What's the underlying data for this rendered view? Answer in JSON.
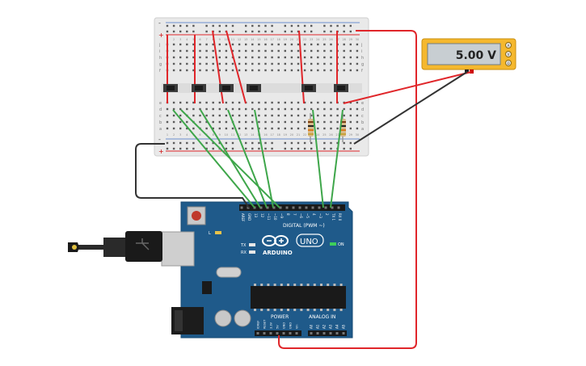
{
  "multimeter": {
    "reading": "5.00 V",
    "modes": [
      "A",
      "V",
      "Ω"
    ]
  },
  "breadboard": {
    "rail_plus": "+",
    "rail_minus": "-",
    "row_letters_top": [
      "j",
      "i",
      "h",
      "g",
      "f"
    ],
    "row_letters_bottom": [
      "e",
      "d",
      "c",
      "b",
      "a"
    ],
    "column_numbers": [
      "1",
      "2",
      "3",
      "4",
      "5",
      "6",
      "7",
      "8",
      "9",
      "10",
      "11",
      "12",
      "13",
      "14",
      "15",
      "16",
      "17",
      "18",
      "19",
      "20",
      "21",
      "22",
      "23",
      "24",
      "25",
      "26",
      "27",
      "28",
      "29",
      "30"
    ]
  },
  "arduino": {
    "brand": "ARDUINO",
    "model": "UNO",
    "digital_label": "DIGITAL (PWM ~)",
    "power_label": "POWER",
    "analog_label": "ANALOG IN",
    "on_label": "ON",
    "tx_label": "TX",
    "rx_label": "RX",
    "l_label": "L",
    "digital_pins": [
      "AREF",
      "GND",
      "13",
      "12",
      "~11",
      "~10",
      "~9",
      "8",
      "7",
      "~6",
      "~5",
      "4",
      "~3",
      "2",
      "TX 1",
      "RX 0"
    ],
    "power_pins": [
      "IOREF",
      "RESET",
      "3.3V",
      "5V",
      "GND",
      "GND",
      "Vin"
    ],
    "analog_pins": [
      "A0",
      "A1",
      "A2",
      "A3",
      "A4",
      "A5"
    ]
  },
  "colors": {
    "wire_red": "#e0262a",
    "wire_green": "#3ea64a",
    "wire_black": "#333333",
    "board_blue": "#1f5a8a",
    "breadboard": "#e9e9e9",
    "multimeter_body": "#f5b82e"
  }
}
